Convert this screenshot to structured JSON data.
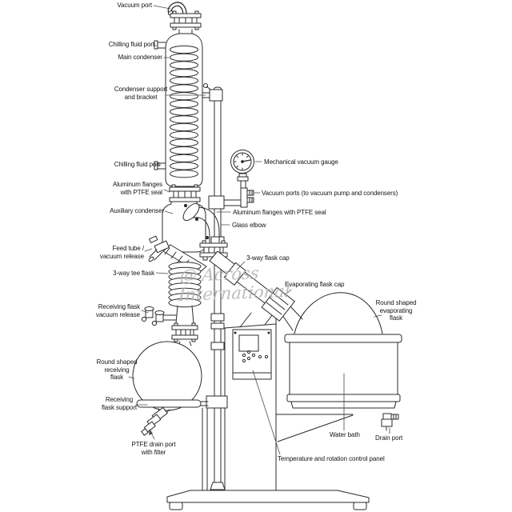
{
  "watermark": "@ Across International",
  "colors": {
    "line": "#2b2b2b",
    "label_text": "#141414",
    "watermark": "#b5b5b5",
    "background": "#ffffff"
  },
  "diagram_subject": "rotary evaporator",
  "labels": {
    "vacuum_port": "Vacuum port",
    "chilling_fluid_port_top": "Chilling fluid port",
    "main_condenser": "Main condenser",
    "condenser_support": "Condenser support\nand bracket",
    "chilling_fluid_port_bottom": "Chilling fluid port",
    "aluminum_flanges_left": "Aluminum flanges\nwith PTFE seal",
    "auxiliary_condenser": "Auxiliary condenser",
    "mechanical_vacuum_gauge": "Mechanical vacuum gauge",
    "vacuum_ports": "Vacuum ports (to vacuum pump and condensers)",
    "aluminum_flanges_right": "Aluminum flanges with PTFE seal",
    "glass_elbow": "Glass elbow",
    "feed_tube": "Feed tube /\nvacuum release",
    "three_way_tee_flask": "3-way tee flask",
    "three_way_flask_cap": "3-way flask cap",
    "evaporating_flask_cap": "Evaporating flask cap",
    "round_evaporating_flask": "Round shaped\nevaporating\nflask",
    "receiving_flask_vacuum_release": "Receiving flask\nvacuum release",
    "round_receiving_flask": "Round shaped\nreceiving\nflask",
    "receiving_flask_support": "Receiving\nflask support",
    "ptfe_drain_port": "PTFE drain port\nwith filter",
    "water_bath": "Water bath",
    "drain_port": "Drain port",
    "temperature_control": "Temperature and rotation control panel"
  }
}
